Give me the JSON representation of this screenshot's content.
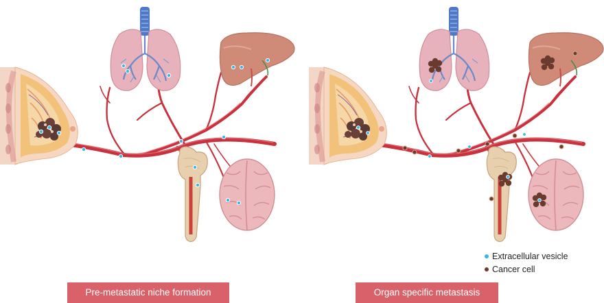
{
  "panels": [
    {
      "label": "Pre-metastatic niche formation"
    },
    {
      "label": "Organ specific metastasis"
    }
  ],
  "legend": {
    "items": [
      {
        "label": "Extracellular vesicle",
        "color": "#3eb4e0",
        "icon": "vesicle-dot-icon"
      },
      {
        "label": "Cancer cell",
        "color": "#6b3a2e",
        "icon": "cancer-cell-icon"
      }
    ]
  },
  "colors": {
    "label_bg": "#d9616a",
    "vessel": "#c8323e",
    "lung": "#e8b2bc",
    "liver": "#cf8a78",
    "brain": "#ecb8bc",
    "bone": "#e8d0ae",
    "breast_fat": "#f2c27a",
    "trachea": "#5a7fc8"
  }
}
